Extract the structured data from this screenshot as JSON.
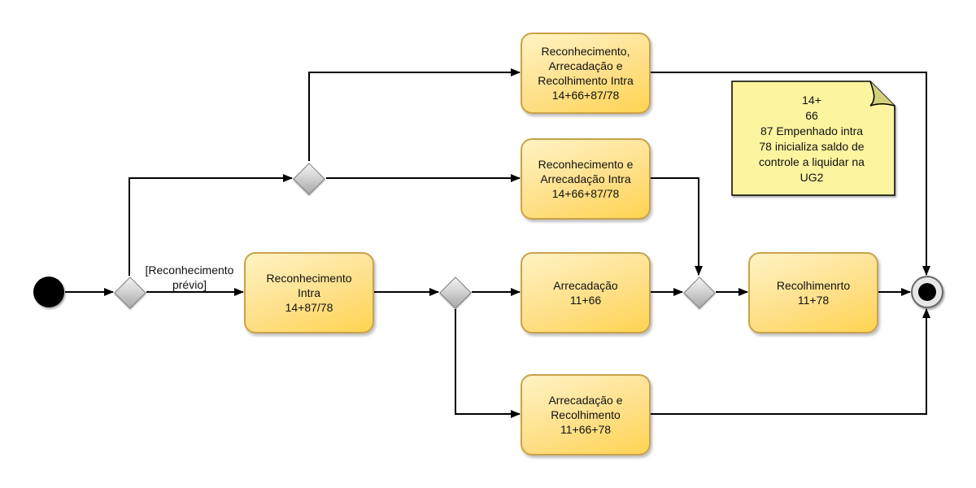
{
  "guard_label": [
    "[Reconhecimento",
    "prévio]"
  ],
  "activities": {
    "rec_arr_rec_intra": [
      "Reconhecimento,",
      "Arrecadação e",
      "Recolhimento Intra",
      "14+66+87/78"
    ],
    "rec_arr_intra": [
      "Reconhecimento e",
      "Arrecadação Intra",
      "14+66+87/78"
    ],
    "rec_intra": [
      "Reconhecimento",
      "Intra",
      "14+87/78"
    ],
    "arrecadacao": [
      "Arrecadação",
      "11+66"
    ],
    "recolhimento": [
      "Recolhimenrto",
      "11+78"
    ],
    "arr_rec": [
      "Arrecadação e",
      "Recolhimento",
      "11+66+78"
    ]
  },
  "note": [
    "14+",
    "66",
    "87 Empenhado intra",
    "78 inicializa saldo de",
    "controle a liquidar na",
    "UG2"
  ]
}
